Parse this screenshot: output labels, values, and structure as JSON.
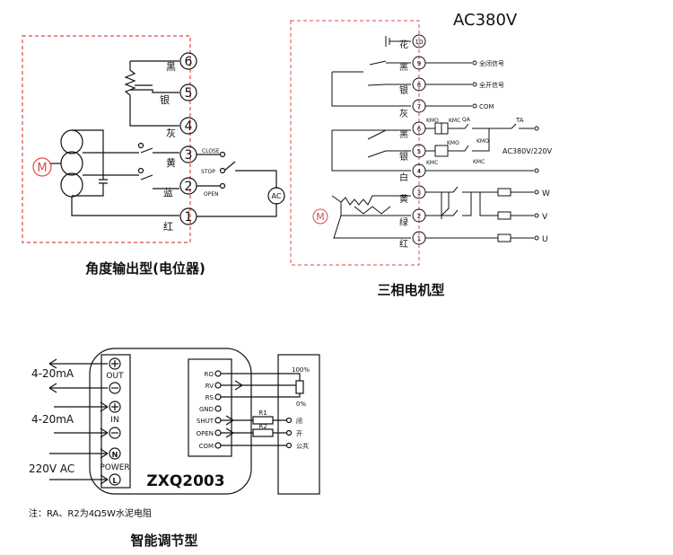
{
  "diagram1": {
    "caption": "角度输出型(电位器)",
    "motor": "M",
    "terminals": [
      "6",
      "5",
      "4",
      "3",
      "2",
      "1"
    ],
    "wire_colors": [
      "黑",
      "银",
      "灰",
      "黄",
      "蓝",
      "红"
    ],
    "close": "CLOSE",
    "stop": "STOP",
    "open": "OPEN",
    "ac": "AC"
  },
  "diagram2": {
    "caption": "三相电机型",
    "supply": "AC380V",
    "motor": "M",
    "terminals": [
      "10",
      "9",
      "8",
      "7",
      "6",
      "5",
      "4",
      "3",
      "2",
      "1"
    ],
    "wire_colors": [
      "花",
      "黑",
      "银",
      "灰",
      "黑",
      "银",
      "白",
      "黄",
      "绿",
      "红"
    ],
    "full_close_signal": "全闭信号",
    "full_open_signal": "全开信号",
    "com": "COM",
    "kmo": "KMO",
    "kmc": "KMC",
    "qa": "QA",
    "ta": "TA",
    "control_supply": "AC380V/220V",
    "phases": [
      "W",
      "V",
      "U"
    ]
  },
  "diagram3": {
    "caption": "智能调节型",
    "model": "ZXQ2003",
    "out_label": "OUT",
    "in_label": "IN",
    "power_label": "POWER",
    "signal_out": "4-20mA",
    "signal_in": "4-20mA",
    "supply": "220V AC",
    "pins": [
      "RO",
      "RV",
      "RS",
      "GND",
      "SHUT",
      "OPEN",
      "COM"
    ],
    "pot_max": "100%",
    "pot_min": "0%",
    "r1": "R1",
    "r2": "R2",
    "shut": "闭",
    "open": "开",
    "common": "公共",
    "n_symbol": "N",
    "l_symbol": "L",
    "note": "注：RA、R2为4Ω5W水泥电阻"
  }
}
